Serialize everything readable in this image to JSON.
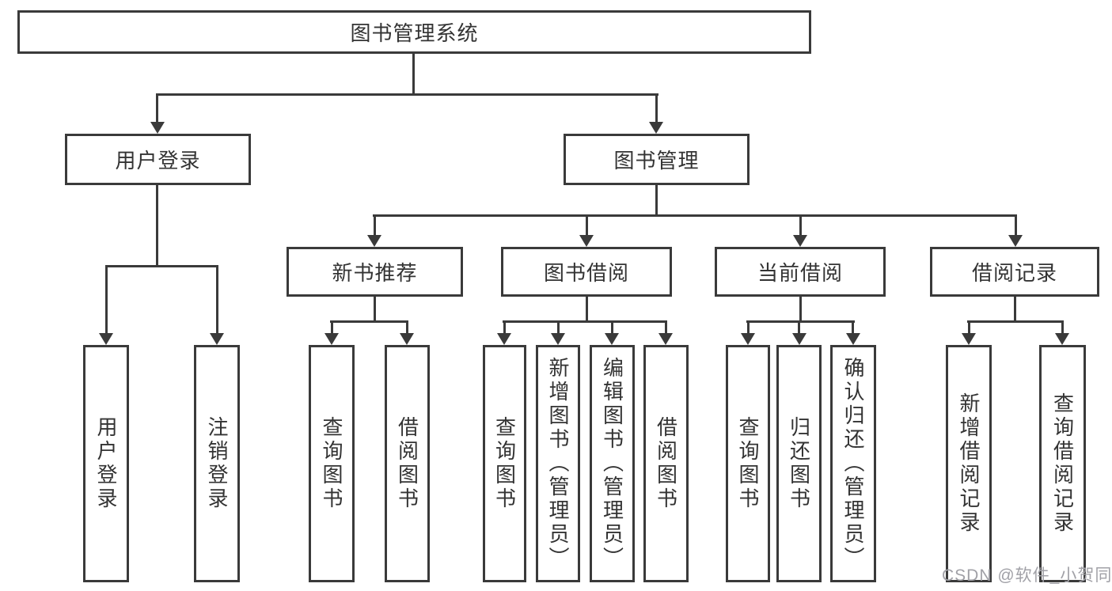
{
  "colors": {
    "line": "#3a3a3a",
    "text": "#333333",
    "watermark": "#a1a1a7",
    "background": "#ffffff"
  },
  "watermark": "CSDN @软件_小贺同学",
  "tree": {
    "root": {
      "label": "图书管理系统",
      "children": [
        {
          "label": "用户登录",
          "children": [
            {
              "label": "用户登录"
            },
            {
              "label": "注销登录"
            }
          ]
        },
        {
          "label": "图书管理",
          "children": [
            {
              "label": "新书推荐",
              "children": [
                {
                  "label": "查询图书"
                },
                {
                  "label": "借阅图书"
                }
              ]
            },
            {
              "label": "图书借阅",
              "children": [
                {
                  "label": "查询图书"
                },
                {
                  "label": "新增图书（管理员）"
                },
                {
                  "label": "编辑图书（管理员）"
                },
                {
                  "label": "借阅图书"
                }
              ]
            },
            {
              "label": "当前借阅",
              "children": [
                {
                  "label": "查询图书"
                },
                {
                  "label": "归还图书"
                },
                {
                  "label": "确认归还（管理员）"
                }
              ]
            },
            {
              "label": "借阅记录",
              "children": [
                {
                  "label": "新增借阅记录"
                },
                {
                  "label": "查询借阅记录"
                }
              ]
            }
          ]
        }
      ]
    }
  }
}
